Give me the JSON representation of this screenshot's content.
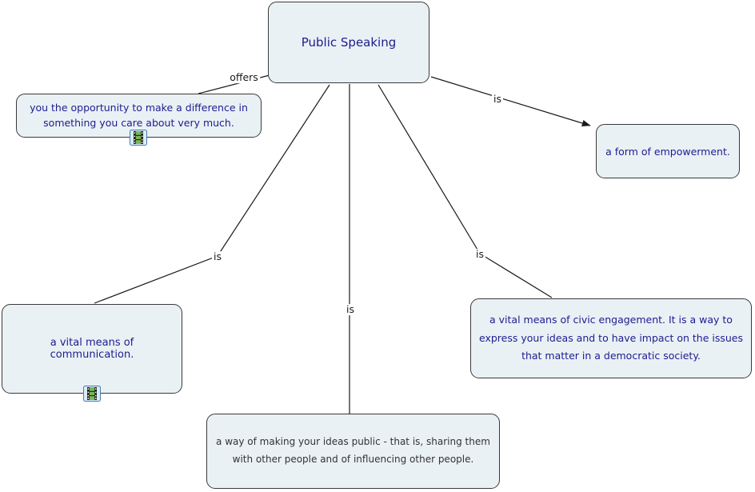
{
  "colors": {
    "canvas_bg": "#ffffff",
    "node_fill": "#eaf1f5",
    "node_border": "#3a3a3a",
    "concept_text": "#1c1c8f",
    "plain_text": "#333333",
    "line_color": "#1a1a1a",
    "label_text": "#1a1a1a",
    "icon_bg": "#d9ebf6",
    "icon_border": "#4a7fb0"
  },
  "nodes": {
    "public_speaking": {
      "text": "Public Speaking"
    },
    "opportunity": {
      "text": "you the opportunity to make a difference in\nsomething you care about very much.",
      "resource_icon": "film-strip"
    },
    "empowerment": {
      "text": "a form of empowerment."
    },
    "communication": {
      "text": "a vital means of communication.",
      "resource_icon": "film-strip"
    },
    "ideas_public": {
      "text": "a way of making your ideas public - that is, sharing them\nwith other people and of influencing other people."
    },
    "civic": {
      "text": "a vital means of civic engagement. It is a way to\nexpress your ideas and to have impact on the issues\nthat matter in a democratic society."
    }
  },
  "links": {
    "offers": {
      "label": "offers",
      "from": "public_speaking",
      "to": "opportunity"
    },
    "is_empowerment": {
      "label": "is",
      "from": "public_speaking",
      "to": "empowerment",
      "arrowhead": true
    },
    "is_communication": {
      "label": "is",
      "from": "public_speaking",
      "to": "communication"
    },
    "is_ideas": {
      "label": "is",
      "from": "public_speaking",
      "to": "ideas_public"
    },
    "is_civic": {
      "label": "is",
      "from": "public_speaking",
      "to": "civic"
    }
  }
}
